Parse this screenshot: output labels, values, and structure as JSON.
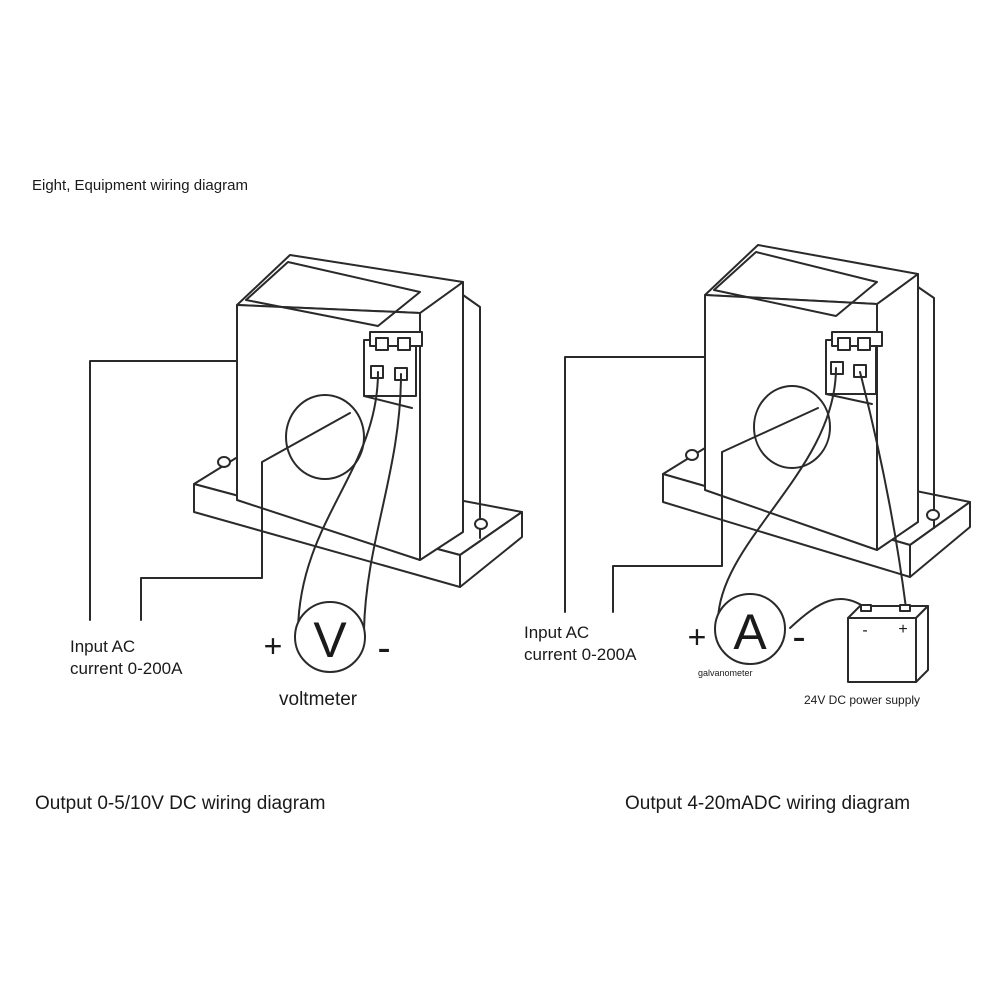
{
  "heading": "Eight, Equipment wiring diagram",
  "left": {
    "input_label": "Input AC\ncurrent 0-200A",
    "meter_symbol": "V",
    "plus": "+",
    "minus": "-",
    "meter_label": "voltmeter",
    "caption": "Output 0-5/10V DC wiring diagram"
  },
  "right": {
    "input_label": "Input AC\ncurrent 0-200A",
    "meter_symbol": "A",
    "plus": "+",
    "minus": "-",
    "meter_label": "galvanometer",
    "psu_minus": "-",
    "psu_plus": "+",
    "psu_label": "24V DC power supply",
    "caption": "Output 4-20mADC wiring diagram"
  }
}
